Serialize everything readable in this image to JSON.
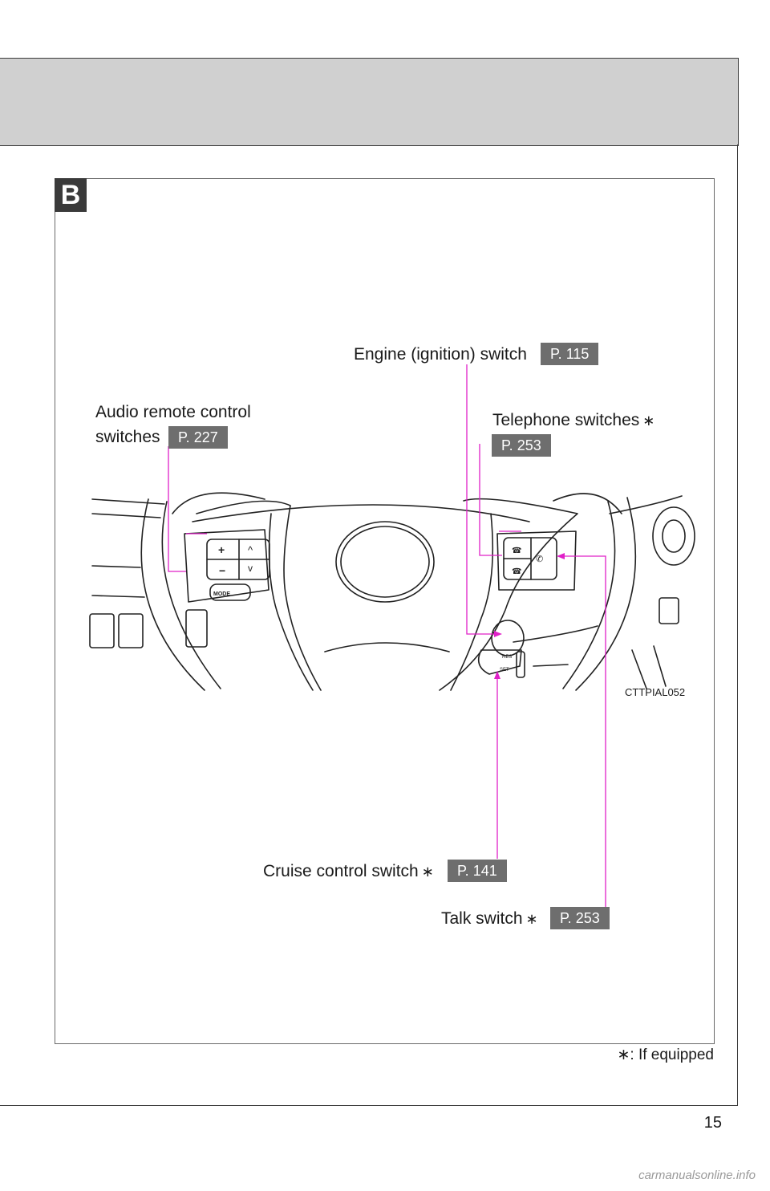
{
  "section": {
    "letter": "B"
  },
  "labels": {
    "engine": {
      "text": "Engine (ignition) switch",
      "ref": "P. 115"
    },
    "audio": {
      "line1": "Audio remote control",
      "line2": "switches",
      "ref": "P. 227"
    },
    "telephone": {
      "text": "Telephone switches",
      "mark": "∗",
      "ref": "P. 253"
    },
    "cruise": {
      "text": "Cruise control switch",
      "mark": "∗",
      "ref": "P. 141"
    },
    "talk": {
      "text": "Talk switch",
      "mark": "∗",
      "ref": "P. 253"
    }
  },
  "illustration": {
    "code": "CTTPIAL052",
    "button_mode": "MODE",
    "lever_res": "RES",
    "lever_set": "SET"
  },
  "footnote": {
    "mark": "∗",
    "text": ": If equipped"
  },
  "page_number": "15",
  "watermark": "carmanualsonline.info",
  "colors": {
    "leader": "#e020c8",
    "header_band": "#d0d0d0",
    "ref_box": "#6e6e6e"
  }
}
